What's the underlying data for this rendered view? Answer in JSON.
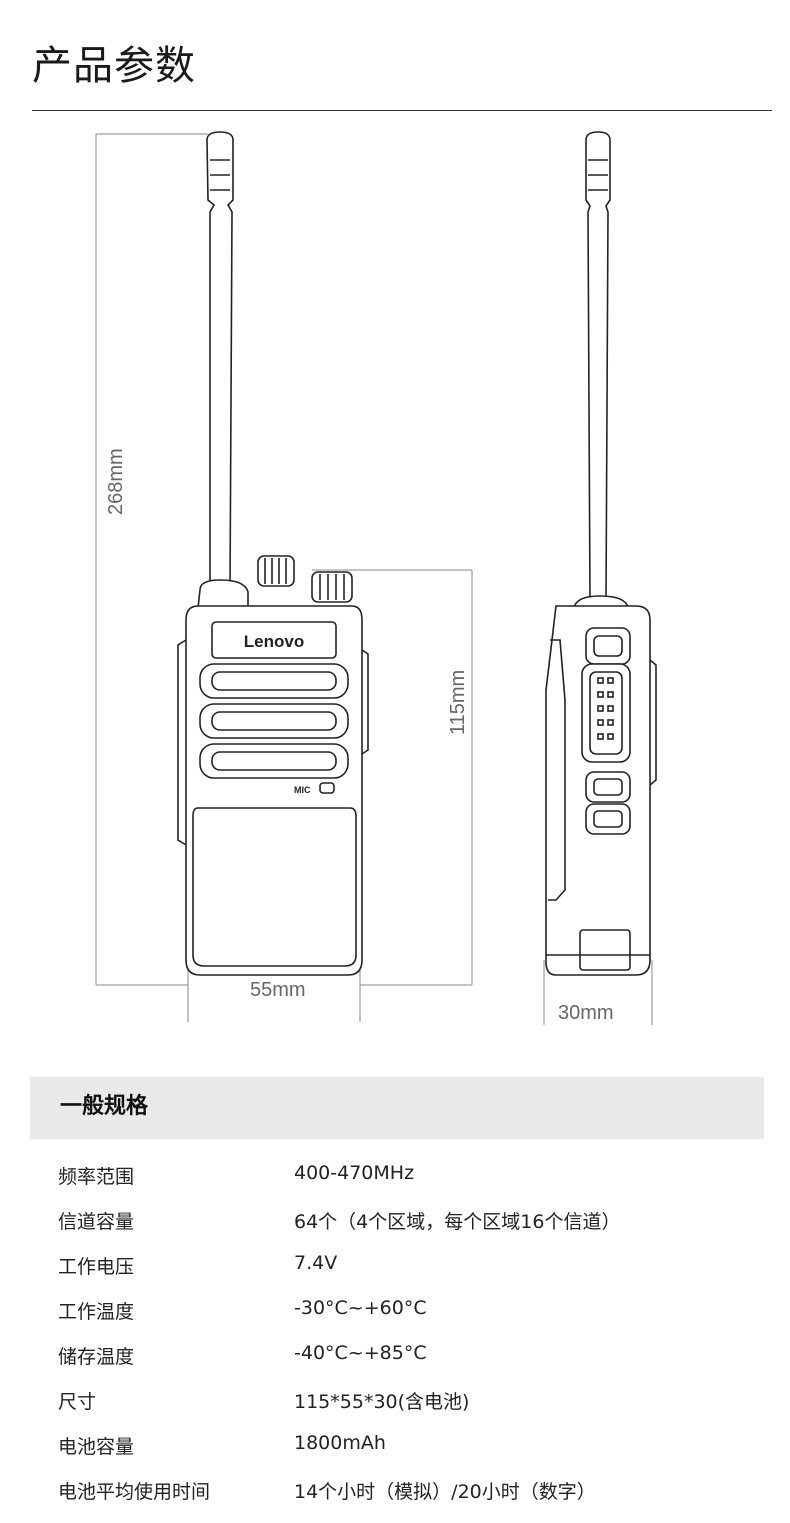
{
  "header": {
    "title": "产品参数"
  },
  "diagram": {
    "brand_label": "Lenovo",
    "mic_label": "MIC",
    "dimensions": {
      "total_height": "268mm",
      "body_height": "115mm",
      "width": "55mm",
      "depth": "30mm"
    }
  },
  "specs": {
    "section_title": "一般规格",
    "rows": [
      {
        "label": "频率范围",
        "value": "400-470MHz"
      },
      {
        "label": "信道容量",
        "value": "64个（4个区域，每个区域16个信道）"
      },
      {
        "label": "工作电压",
        "value": "7.4V"
      },
      {
        "label": "工作温度",
        "value": "-30°C~+60°C"
      },
      {
        "label": "储存温度",
        "value": "-40°C~+85°C"
      },
      {
        "label": "尺寸",
        "value": "115*55*30(含电池)"
      },
      {
        "label": "电池容量",
        "value": "1800mAh"
      },
      {
        "label": "电池平均使用时间",
        "value": "14个小时（模拟）/20小时（数字）"
      }
    ]
  },
  "colors": {
    "line": "#333333",
    "dimension_line": "#888888",
    "section_bg": "#e9e9e9"
  }
}
